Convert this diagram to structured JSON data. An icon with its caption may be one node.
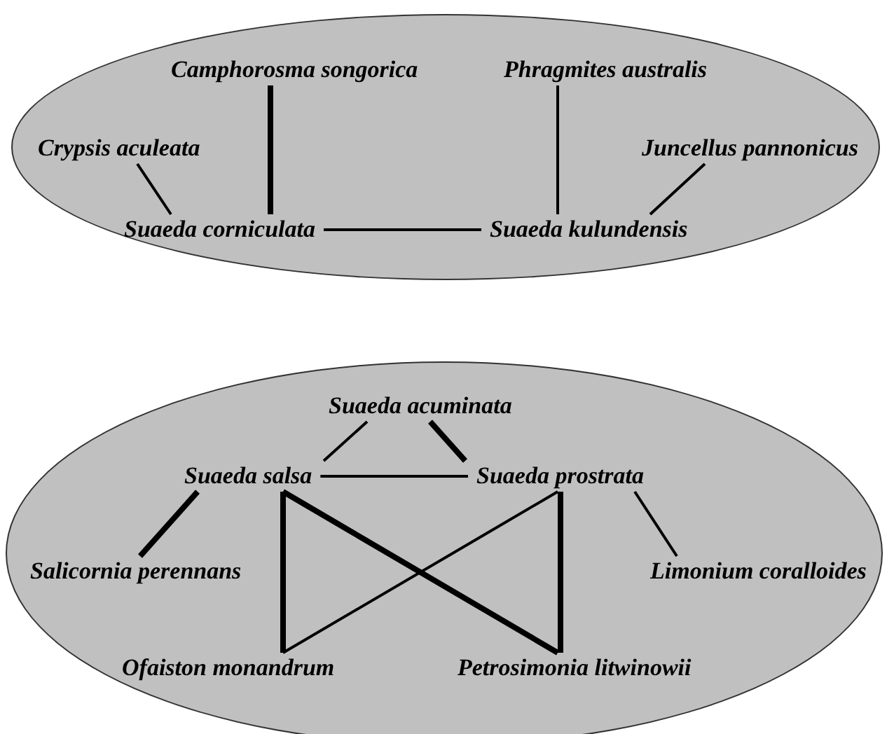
{
  "diagram": {
    "nodes": [
      {
        "text": [],
        "shape": "ellipse"
      },
      {
        "text": [
          "Camphorosma songorica"
        ],
        "in": 0
      },
      {
        "text": [
          "Phragmites australis"
        ],
        "in": 0
      },
      {
        "text": [
          "Crypsis aculeata"
        ],
        "in": 0
      },
      {
        "text": [
          "Juncellus pannonicus"
        ],
        "in": 0
      },
      {
        "text": [
          "Suaeda corniculata"
        ],
        "in": 0
      },
      {
        "text": [
          "Suaeda kulundensis"
        ],
        "in": 0
      },
      {
        "text": [],
        "shape": "ellipse"
      },
      {
        "text": [
          "Suaeda acuminata"
        ],
        "in": 7
      },
      {
        "text": [
          "Suaeda salsa"
        ],
        "in": 7
      },
      {
        "text": [
          "Suaeda prostrata"
        ],
        "in": 7
      },
      {
        "text": [
          "Salicornia perennans"
        ],
        "in": 7
      },
      {
        "text": [
          "Limonium coralloides"
        ],
        "in": 7
      },
      {
        "text": [
          "Ofaiston monandrum"
        ],
        "in": 7
      },
      {
        "text": [
          "Petrosimonia litwinowii"
        ],
        "in": 7
      }
    ],
    "edges": [
      {
        "from": 3,
        "to": 5,
        "arrow": "none"
      },
      {
        "from": 1,
        "to": 5,
        "arrow": "none",
        "style": "thick"
      },
      {
        "from": 2,
        "to": 6,
        "arrow": "none"
      },
      {
        "from": 4,
        "to": 6,
        "arrow": "none"
      },
      {
        "from": 5,
        "to": 6,
        "arrow": "none"
      },
      {
        "from": 8,
        "to": 9,
        "arrow": "none"
      },
      {
        "from": 8,
        "to": 10,
        "arrow": "none",
        "style": "thick"
      },
      {
        "from": 9,
        "to": 10,
        "arrow": "none"
      },
      {
        "from": 9,
        "to": 11,
        "arrow": "none",
        "style": "thick"
      },
      {
        "from": 9,
        "to": 13,
        "arrow": "none",
        "style": "thick"
      },
      {
        "from": 9,
        "to": 14,
        "arrow": "none",
        "style": "thick"
      },
      {
        "from": 13,
        "to": 10,
        "arrow": "none"
      },
      {
        "from": 10,
        "to": 14,
        "arrow": "none",
        "style": "thick"
      },
      {
        "from": 10,
        "to": 12,
        "arrow": "none"
      }
    ]
  }
}
